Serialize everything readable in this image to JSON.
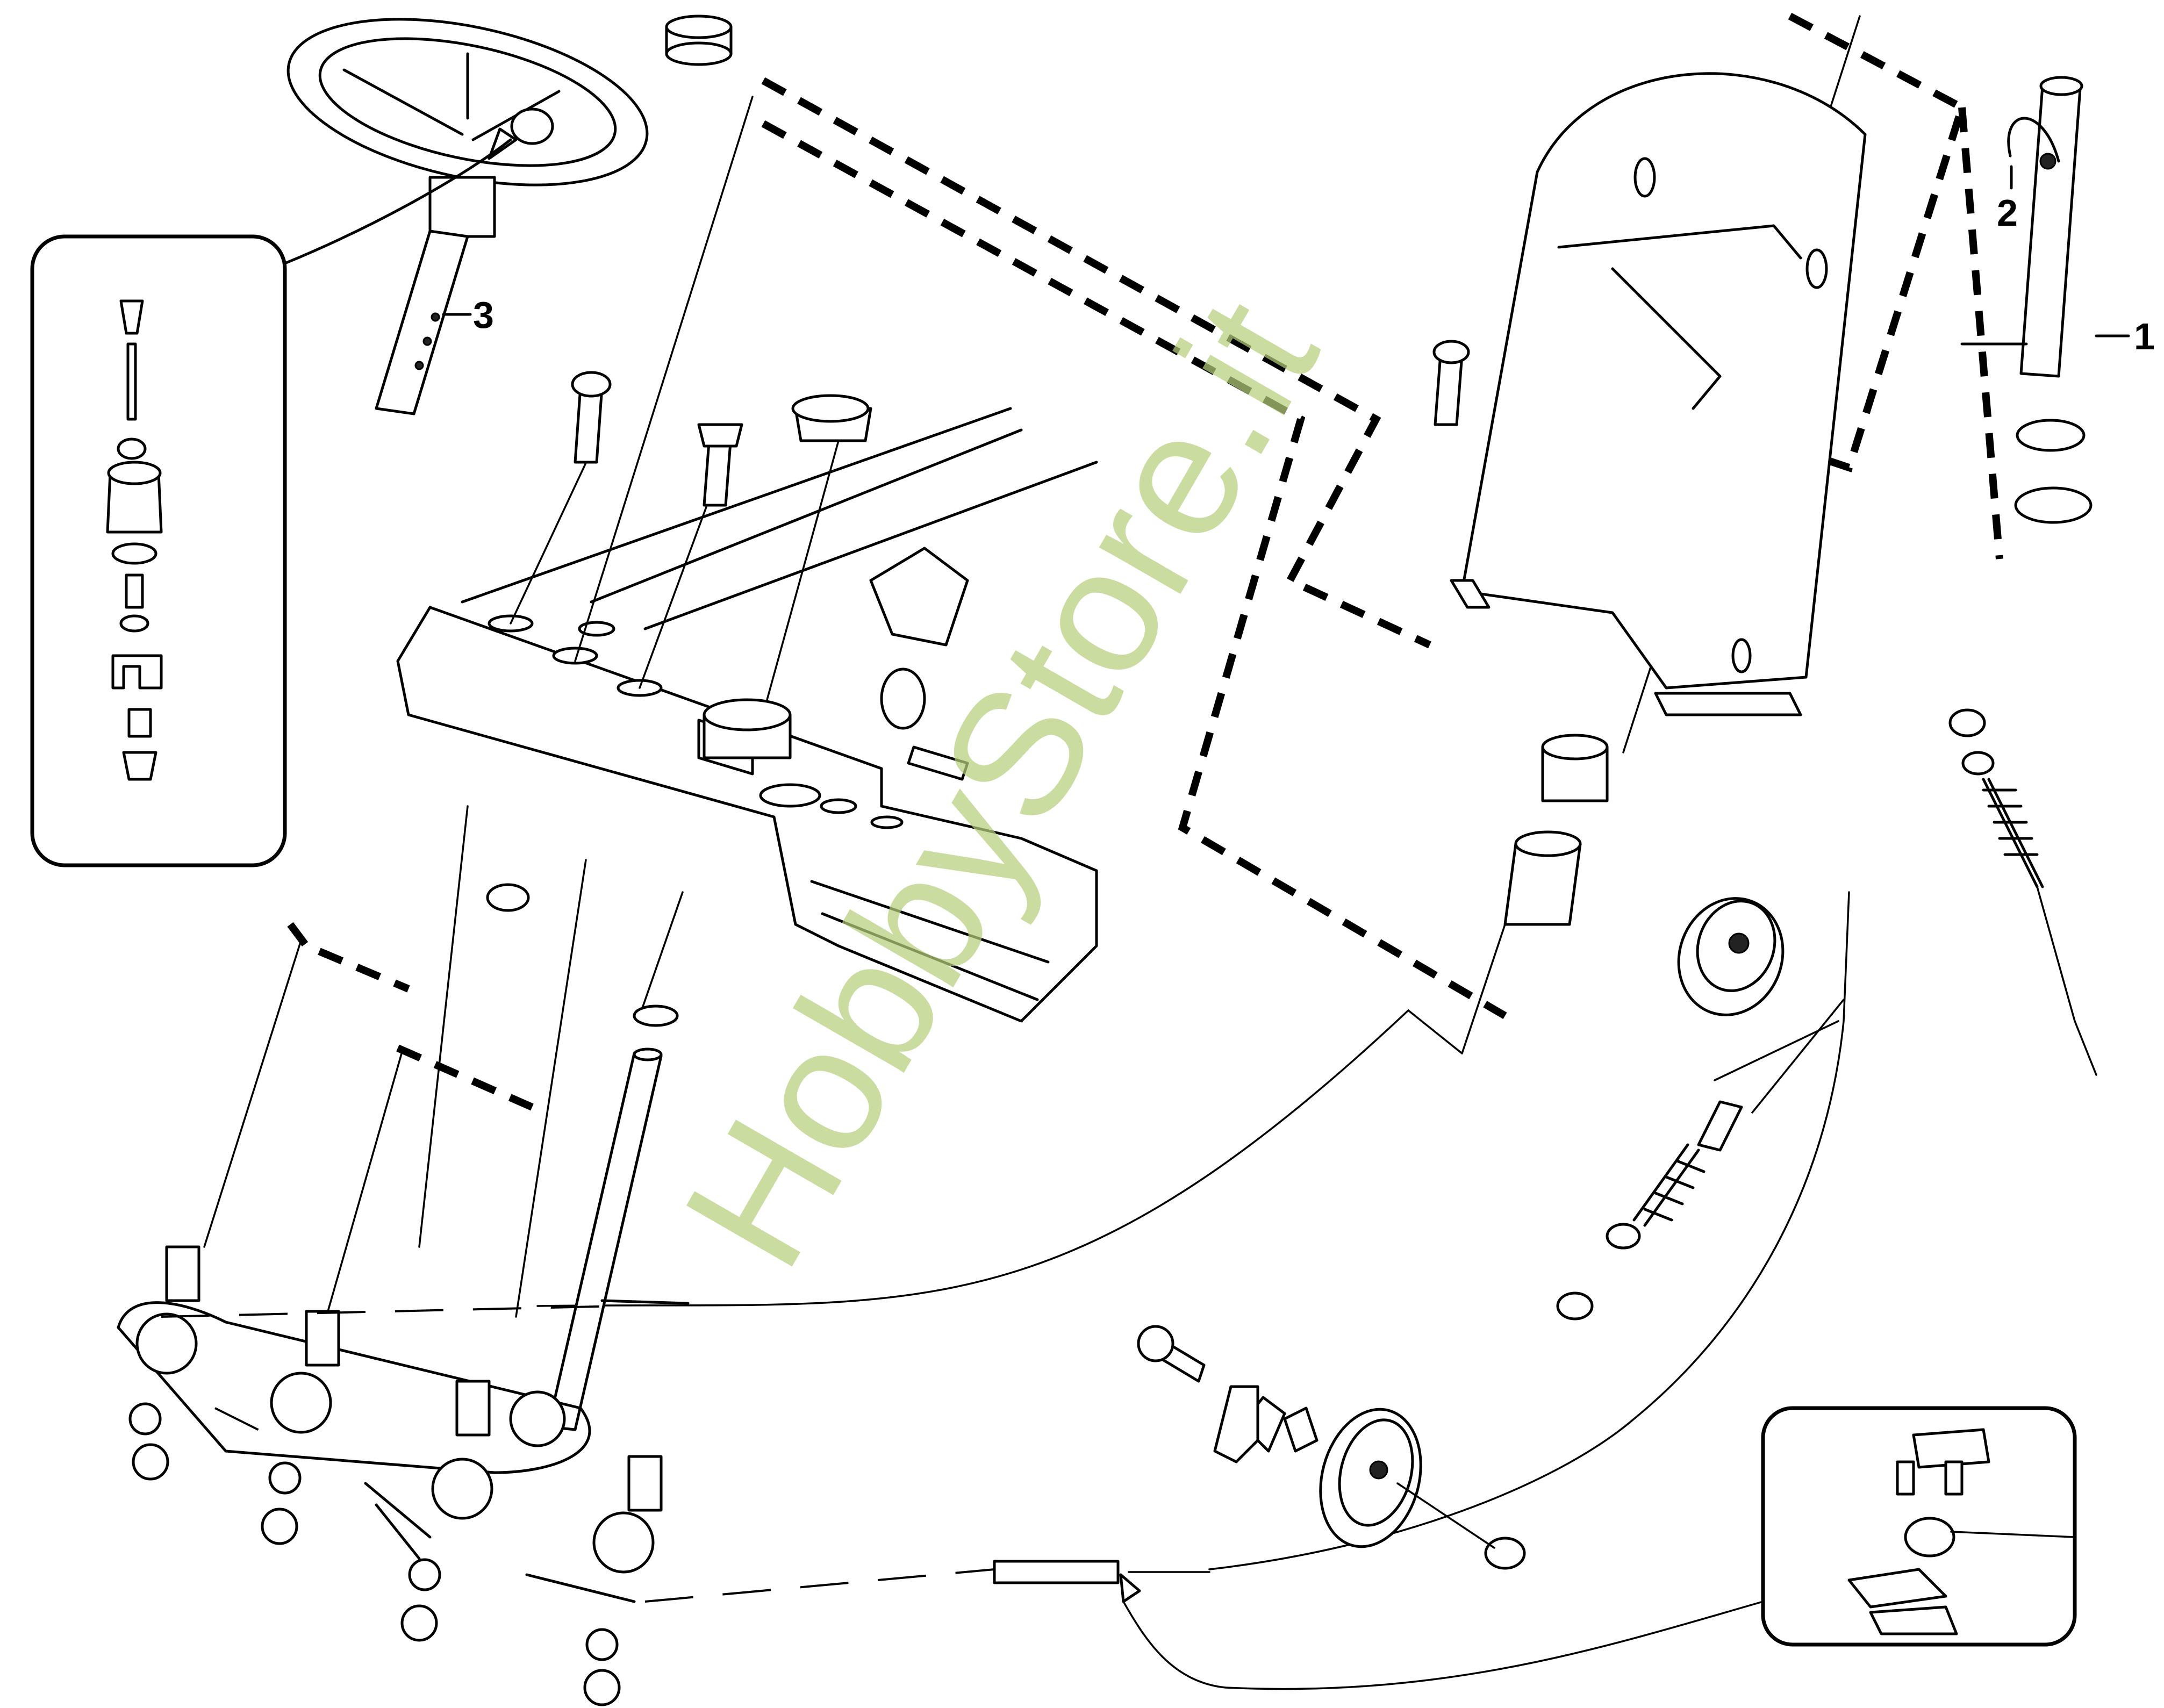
{
  "callouts": [
    "1",
    "2",
    "3"
  ],
  "watermark": "HobbyStore.it",
  "colors": {
    "line": "#000000",
    "watermark": "#b5cf7c",
    "background": "#ffffff"
  },
  "icons": [
    "arrow-icon",
    "arrow-icon"
  ]
}
